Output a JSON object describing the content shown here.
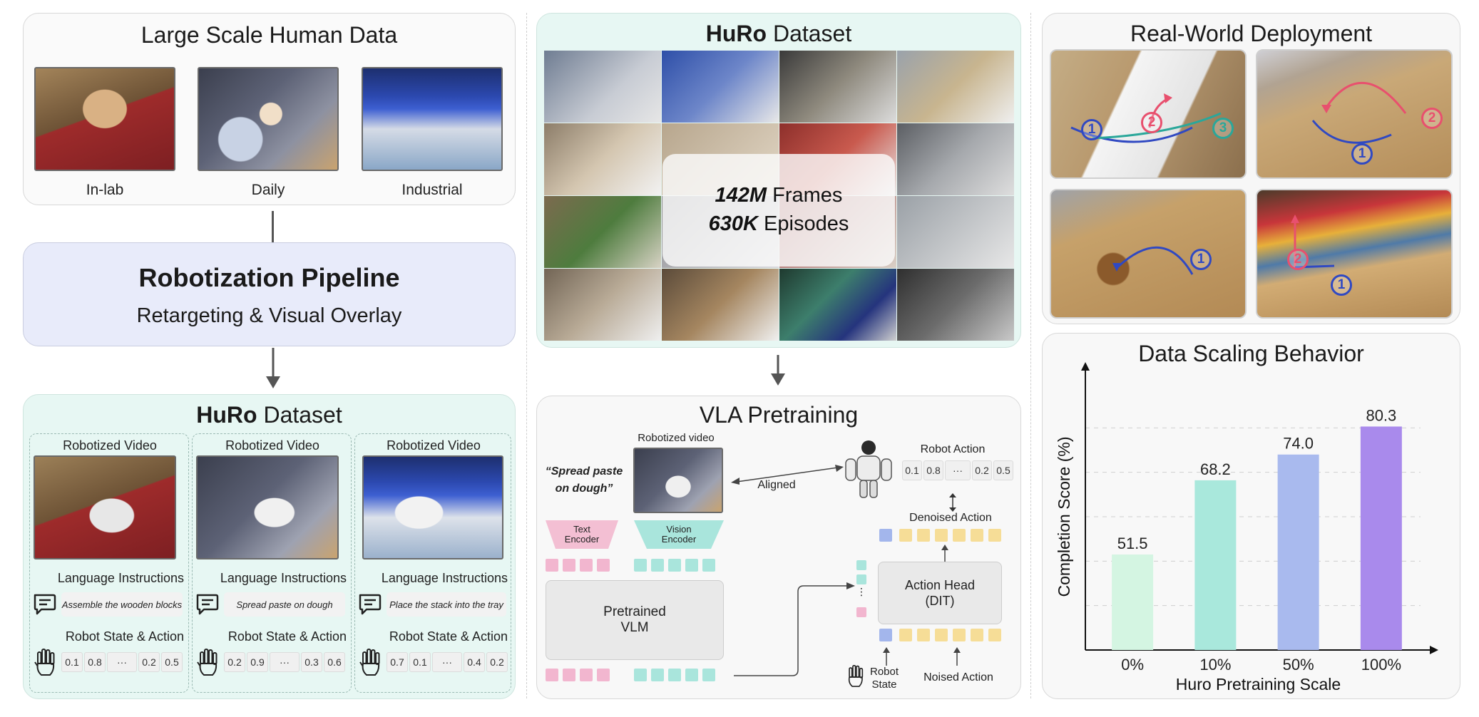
{
  "human_data": {
    "title": "Large Scale Human Data",
    "sources": [
      "In-lab",
      "Daily",
      "Industrial"
    ]
  },
  "pipeline": {
    "title": "Robotization Pipeline",
    "subtitle": "Retargeting & Visual Overlay"
  },
  "huro_left": {
    "title_bold": "HuRo",
    "title_rest": " Dataset",
    "cards": [
      {
        "video_label": "Robotized Video",
        "lang_label": "Language Instructions",
        "instruction": "Assemble the wooden blocks",
        "state_label": "Robot State & Action",
        "values": [
          "0.1",
          "0.8",
          "···",
          "0.2",
          "0.5"
        ]
      },
      {
        "video_label": "Robotized Video",
        "lang_label": "Language Instructions",
        "instruction": "Spread paste on dough",
        "state_label": "Robot State & Action",
        "values": [
          "0.2",
          "0.9",
          "···",
          "0.3",
          "0.6"
        ]
      },
      {
        "video_label": "Robotized Video",
        "lang_label": "Language Instructions",
        "instruction": "Place the stack into the tray",
        "state_label": "Robot State & Action",
        "values": [
          "0.7",
          "0.1",
          "···",
          "0.4",
          "0.2"
        ]
      }
    ]
  },
  "huro_top": {
    "title_bold": "HuRo",
    "title_rest": " Dataset",
    "frames_num": "142M",
    "frames_label": " Frames",
    "episodes_num": "630K",
    "episodes_label": " Episodes"
  },
  "vla": {
    "title": "VLA Pretraining",
    "quote": "“Spread paste on dough”",
    "video_label": "Robotized video",
    "text_encoder": "Text Encoder",
    "vision_encoder": "Vision Encoder",
    "vlm": "Pretrained VLM",
    "aligned": "Aligned",
    "robot_action": "Robot Action",
    "action_values": [
      "0.1",
      "0.8",
      "···",
      "0.2",
      "0.5"
    ],
    "denoised": "Denoised Action",
    "action_head": "Action Head (DIT)",
    "robot_state": "Robot State",
    "noised": "Noised Action",
    "dots": "⋮"
  },
  "deploy": {
    "title": "Real-World Deployment",
    "markers": [
      "1",
      "2",
      "3",
      "1",
      "2",
      "1",
      "2",
      "1"
    ]
  },
  "chart_data": {
    "type": "bar",
    "title": "Data Scaling Behavior",
    "xlabel": "Huro Pretraining Scale",
    "ylabel": "Completion Score (%)",
    "categories": [
      "0%",
      "10%",
      "50%",
      "100%"
    ],
    "values": [
      51.5,
      68.2,
      74.0,
      80.3
    ],
    "value_labels": [
      "51.5",
      "68.2",
      "74.0",
      "80.3"
    ],
    "colors": [
      "#d4f5e2",
      "#a9e8dc",
      "#a9baee",
      "#a98aec"
    ],
    "ylim": [
      30,
      90
    ],
    "grid": true
  }
}
